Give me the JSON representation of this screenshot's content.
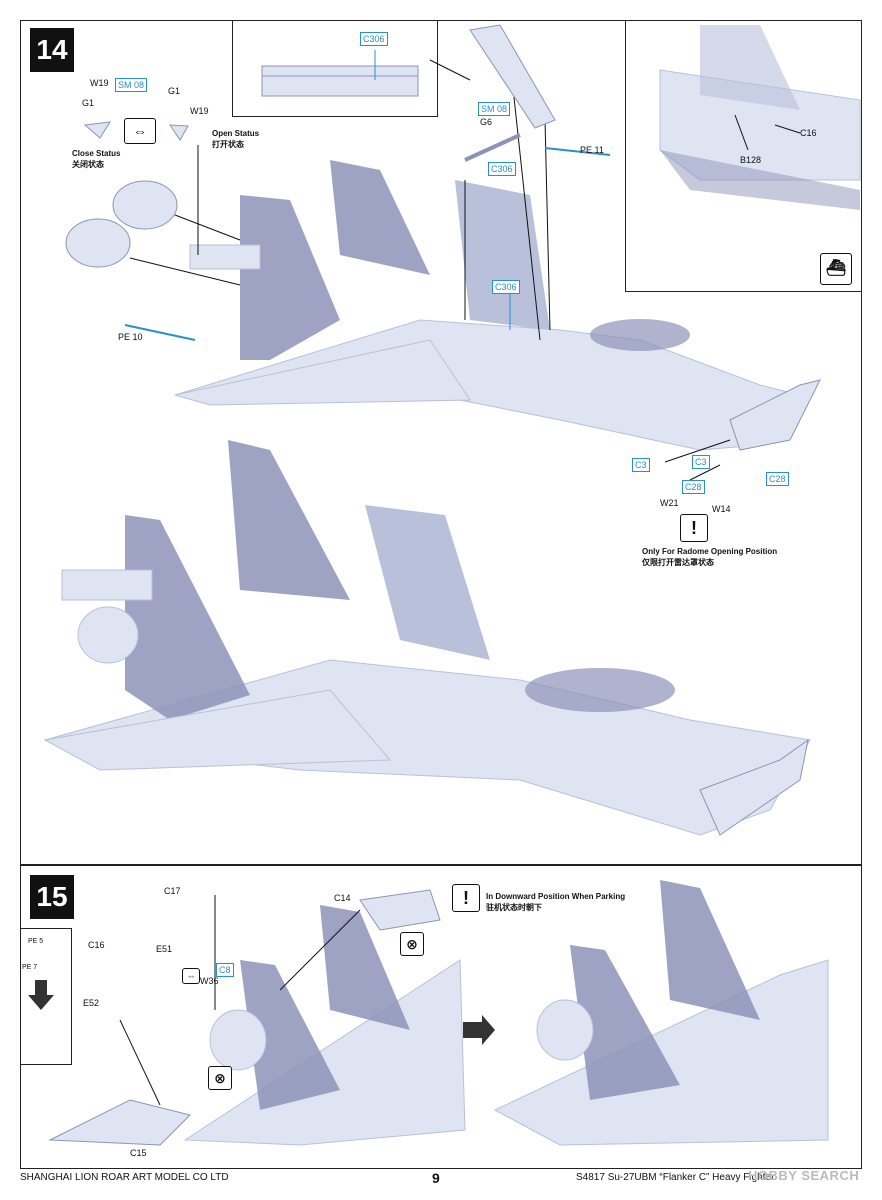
{
  "step14": {
    "number": "14",
    "labels": {
      "w19a": "W19",
      "sm08a": "SM 08",
      "g1a": "G1",
      "g1b": "G1",
      "w19b": "W19",
      "c306_inset": "C306",
      "sm08b": "SM 08",
      "g6": "G6",
      "c306a": "C306",
      "pe11": "PE 11",
      "c306b": "C306",
      "pe10": "PE 10",
      "c16": "C16",
      "b128": "B128",
      "c3a": "C3",
      "c3b": "C3",
      "c28a": "C28",
      "c28b": "C28",
      "w21": "W21",
      "w14": "W14"
    },
    "close_status_en": "Close Status",
    "close_status_cn": "关闭状态",
    "open_status_en": "Open Status",
    "open_status_cn": "打开状态",
    "radome_note_en": "Only For Radome Opening Position",
    "radome_note_cn": "仅限打开雷达罩状态",
    "warning_icon": "!"
  },
  "step15": {
    "number": "15",
    "labels": {
      "c17": "C17",
      "c14": "C14",
      "c16": "C16",
      "e51": "E51",
      "c8": "C8",
      "w36": "W36",
      "e52": "E52",
      "c15": "C15",
      "pe5": "PE 5",
      "pe7": "PE 7"
    },
    "parking_note_en": "In Downward Position When Parking",
    "parking_note_cn": "驻机状态时朝下",
    "warning_icon": "!"
  },
  "footer": {
    "company": "SHANGHAI LION ROAR ART MODEL CO LTD",
    "page_number": "9",
    "product": "S4817   Su-27UBM   “Flanker C” Heavy Fighter",
    "watermark": "HOBBY SEARCH"
  },
  "colors": {
    "plane_light": "#dfe4f2",
    "plane_mid": "#b9c0da",
    "plane_dark": "#8d93b8",
    "callout_blue": "#2a8fd0"
  }
}
